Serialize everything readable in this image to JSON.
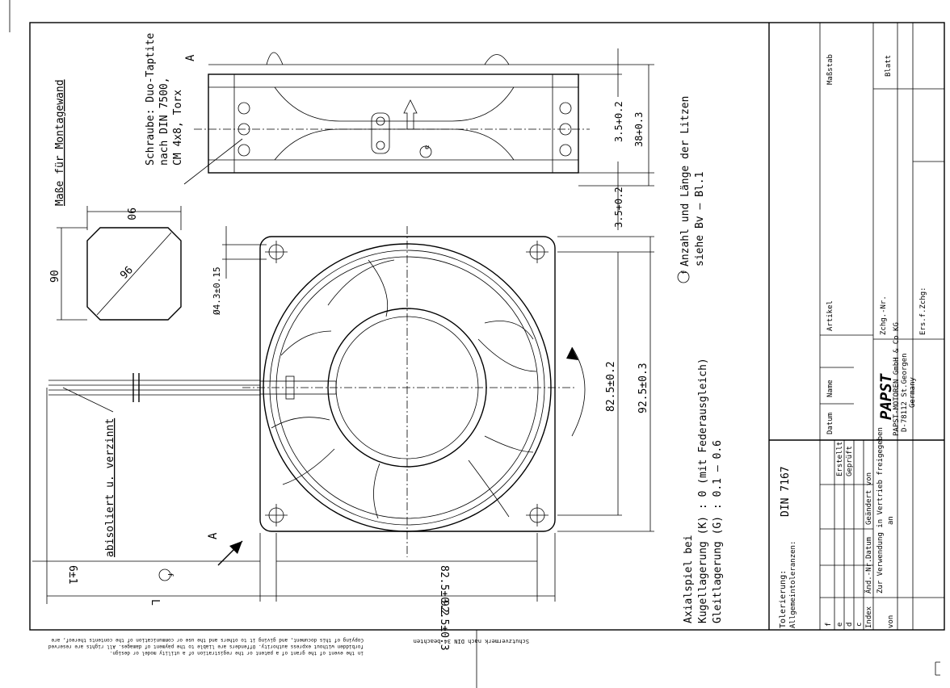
{
  "labels": {
    "mounting_wall": "Maße für Montagewand",
    "screw_line1": "Schraube: Duo-Taptite",
    "screw_line2": "nach DIN 7500,",
    "screw_line3": "CM 4x8, Torx",
    "view_a_top": "A",
    "view_a_bottom": "A",
    "dim_90_horizontal": "90",
    "dim_90_vertical": "90",
    "dim_96_diagonal": "96",
    "dim_hole_dia": "Ø4.3±0.15",
    "dim_35_upper": "3.5+0.2",
    "dim_38": "38+0.3",
    "dim_35_lower": "3.5+0.2",
    "dim_825_right": "82.5±0.2",
    "dim_925_right": "92.5±0.3",
    "dim_825_bottom": "82.5±0.2",
    "dim_925_bottom": "92.5±0.3",
    "dim_6": "6±1",
    "dim_L": "L",
    "wire_note": "abisoliert u. verzinnt",
    "marker_e": "e",
    "marker_f_note": "f",
    "marker_f_bottom": "f",
    "leads_line1": "Anzahl und Länge der Litzen",
    "leads_line2": "siehe Bv – Bl.1",
    "axial_line1": "Axialspiel bei",
    "axial_line2": "Kugellagerung (K) :  0 (mit Federausgleich)",
    "axial_line3": "Gleitlagerung  (G) :  0.1 – 0.6",
    "copyright_line1": "Copying of this document, and giving it to others and the use or communication of the contents thereof, are",
    "copyright_line2": "forbidden without express authority. Offenders are liable to the payment of damages. All rights are reserved",
    "copyright_line3": "in the event of the grant of a patent or the registration of a utility model or design.",
    "protection_note": "Schutzvermerk nach DIN 34 beachten"
  },
  "title_block": {
    "tolerance_label": "Tolerierung:",
    "general_tol_label": "Allgemeintoleranzen:",
    "din": "DIN 7167",
    "col_datum": "Datum",
    "col_name": "Name",
    "row_erstellt": "Erstellt",
    "row_geprueft": "Geprüft",
    "rev_letters": [
      "f",
      "e",
      "d",
      "c"
    ],
    "col_index": "Index",
    "col_aend": "Änd.-Nr.",
    "col_datum2": "Datum",
    "col_geaendert": "Geändert von",
    "release_line1": "Zur Verwendung in Vertrieb freigegeben",
    "release_von": "von",
    "release_an": "an",
    "logo": "PAPST",
    "company_line1": "PAPST-MOTOREN GmbH & Co KG",
    "company_line2": "D-78112 St.Georgen",
    "company_line3": "Germany",
    "artikel": "Artikel",
    "zchg_nr": "Zchg.-Nr.",
    "ers_zchg": "Ers.f.Zchg:",
    "massstab": "Maßstab",
    "blatt": "Blatt"
  }
}
